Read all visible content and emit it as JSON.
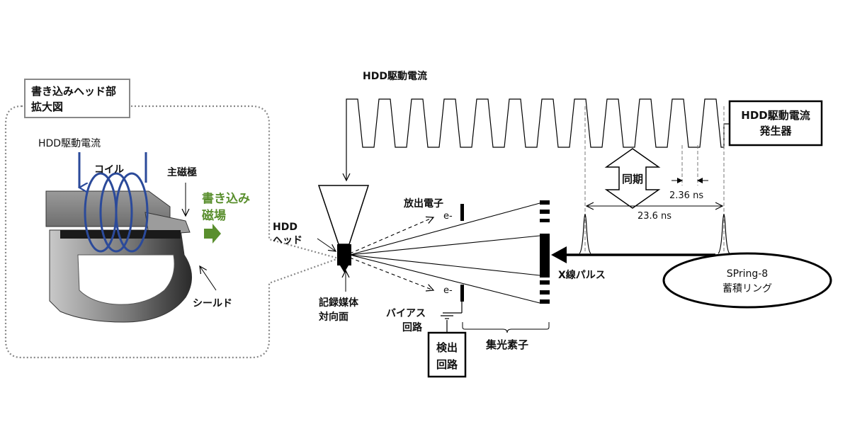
{
  "labels": {
    "inset_title_line1": "書き込みヘッド部",
    "inset_title_line2": "拡大図",
    "coil_current": "HDD駆動電流",
    "coil": "コイル",
    "main_pole": "主磁極",
    "write_field_line1": "書き込み",
    "write_field_line2": "磁場",
    "shield": "シールド",
    "hdd_head_line1": "HDD",
    "hdd_head_line2": "ヘッド",
    "media_face_line1": "記録媒体",
    "media_face_line2": "対向面",
    "drive_current": "HDD駆動電流",
    "generator_line1": "HDD駆動電流",
    "generator_line2": "発生器",
    "sync": "同期",
    "pulse_width": "2.36 ns",
    "pulse_period": "23.6 ns",
    "emitted_electrons": "放出電子",
    "electron_upper": "e-",
    "electron_lower": "e-",
    "bias_line1": "バイアス",
    "bias_line2": "回路",
    "detector_line1": "検出",
    "detector_line2": "回路",
    "focusing_element": "集光素子",
    "xray_pulse": "X線パルス",
    "ring_line1": "SPring-8",
    "ring_line2": "蓄積リング"
  },
  "colors": {
    "coil_blue": "#2b4a9a",
    "field_green": "#5a8f2e",
    "arrow_green": "#5a8f2e",
    "metal_gray": "#8a8a8a",
    "inset_border": "#888888"
  }
}
